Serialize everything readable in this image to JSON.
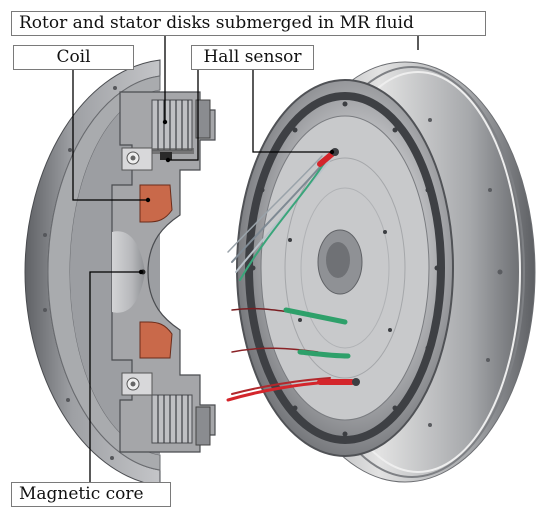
{
  "labels": {
    "rotor_stator": "Rotor and stator disks submerged in MR fluid",
    "coil": "Coil",
    "hall_sensor": "Hall sensor",
    "magnetic_core": "Magnetic core"
  },
  "colors": {
    "background": "#ffffff",
    "housing_gray": "#8c8e92",
    "section_gray": "#a7a8ab",
    "coil_copper": "#c9694a",
    "metal_light": "#d9d9d9",
    "metal_dark": "#55575b",
    "wire_red": "#d4252b",
    "wire_green": "#2ea06a",
    "leader_line": "#000000"
  }
}
